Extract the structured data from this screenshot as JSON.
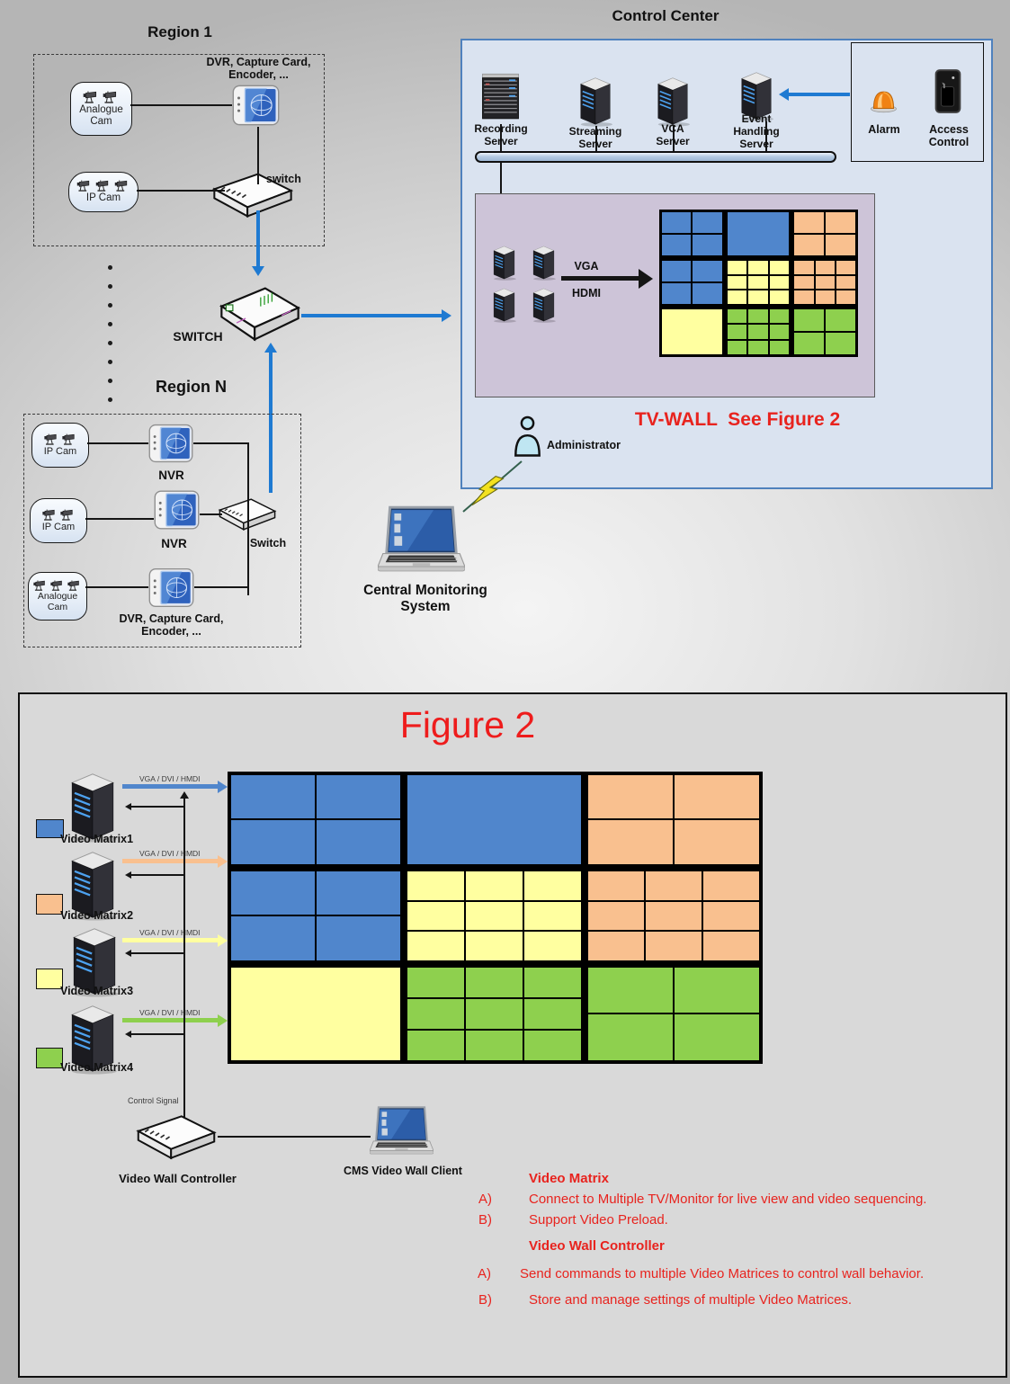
{
  "palette": {
    "blue": "#5086cc",
    "orange": "#f9c08f",
    "yellow": "#ffffa0",
    "green": "#8ed04e",
    "arrow_blue": "#1e7ad2",
    "red_text": "#e8231e"
  },
  "region1": {
    "title": "Region 1",
    "analogue_cam": "Analogue\nCam",
    "dvr_label": "DVR, Capture Card,\nEncoder, ...",
    "ip_cam": "IP Cam",
    "switch_label": "switch"
  },
  "backbone": {
    "switch_label": "SWITCH",
    "region_n_title": "Region N"
  },
  "region_n": {
    "ip_cam1": "IP Cam",
    "nvr1": "NVR",
    "ip_cam2": "IP Cam",
    "nvr2": "NVR",
    "switch_label": "Switch",
    "analogue_cam": "Analogue\nCam",
    "dvr_label": "DVR, Capture Card,\nEncoder, ..."
  },
  "control_center": {
    "title": "Control Center",
    "servers": [
      {
        "label": "Recording\nServer"
      },
      {
        "label": "Streaming\nServer"
      },
      {
        "label": "VCA\nServer"
      },
      {
        "label": "Event\nHandling\nServer"
      }
    ],
    "alarm_label": "Alarm",
    "access_label": "Access\nControl",
    "vga": "VGA",
    "hdmi": "HDMI",
    "tvwall_caption": "TV-WALL  See Figure 2",
    "administrator": "Administrator"
  },
  "cms_label": "Central Monitoring System",
  "figure2": {
    "title": "Figure 2",
    "arrow_label": "VGA / DVI / HMDI",
    "matrices": [
      {
        "label": "Video Matrix1",
        "color": "blue"
      },
      {
        "label": "Video Matrix2",
        "color": "orange"
      },
      {
        "label": "Video Matrix3",
        "color": "yellow"
      },
      {
        "label": "Video Matrix4",
        "color": "green"
      }
    ],
    "control_signal": "Control Signal",
    "controller_label": "Video Wall Controller",
    "client_label": "CMS Video Wall Client",
    "notes": {
      "matrix_title": "Video Matrix",
      "matrix_items": [
        {
          "marker": "A)",
          "text": "Connect to Multiple TV/Monitor for live view and video sequencing."
        },
        {
          "marker": "B)",
          "text": "Support Video Preload."
        }
      ],
      "controller_title": "Video Wall Controller",
      "controller_items": [
        {
          "marker": "A)",
          "text": "Send commands to multiple Video Matrices to control wall behavior."
        },
        {
          "marker": "B)",
          "text": "Store and manage settings of multiple Video Matrices."
        }
      ]
    }
  },
  "wall_layout": {
    "col_fracs": [
      0.33,
      0.337,
      0.333
    ],
    "row_fracs": [
      0.329,
      0.329,
      0.342
    ],
    "blocks": [
      {
        "row": 0,
        "col": 0,
        "color": "blue",
        "rows": 2,
        "cols": 2
      },
      {
        "row": 0,
        "col": 1,
        "color": "blue",
        "rows": 1,
        "cols": 1
      },
      {
        "row": 0,
        "col": 2,
        "color": "orange",
        "rows": 2,
        "cols": 2
      },
      {
        "row": 1,
        "col": 0,
        "color": "blue",
        "rows": 2,
        "cols": 2
      },
      {
        "row": 1,
        "col": 1,
        "color": "yellow",
        "rows": 3,
        "cols": 3
      },
      {
        "row": 1,
        "col": 2,
        "color": "orange",
        "rows": 3,
        "cols": 3
      },
      {
        "row": 2,
        "col": 0,
        "color": "yellow",
        "rows": 1,
        "cols": 1
      },
      {
        "row": 2,
        "col": 1,
        "color": "green",
        "rows": 3,
        "cols": 3
      },
      {
        "row": 2,
        "col": 2,
        "color": "green",
        "rows": 2,
        "cols": 2
      }
    ]
  }
}
